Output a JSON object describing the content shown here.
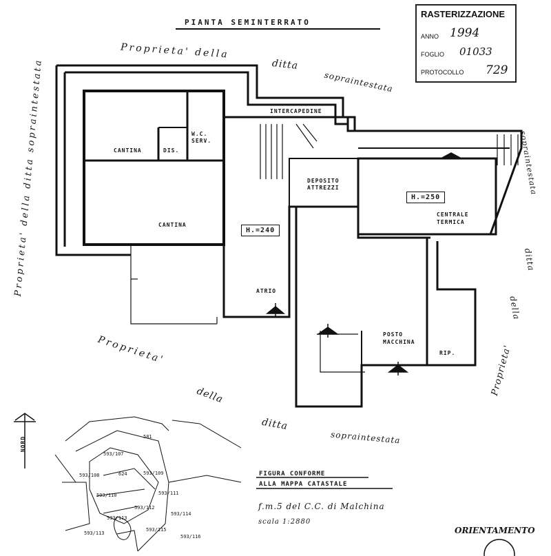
{
  "title": "PIANTA SEMINTERRATO",
  "stamp": {
    "heading": "RASTERIZZAZIONE",
    "anno_label": "ANNO",
    "anno_value": "1994",
    "foglio_label": "FOGLIO",
    "foglio_value": "01033",
    "protocollo_label": "PROTOCOLLO",
    "protocollo_value": "729"
  },
  "boundary_labels": {
    "top": "Proprieta' della",
    "top_ditta": "ditta",
    "top_sopra": "sopraintestata",
    "left_vertical_1": "Proprieta' della ditta sopraintestata",
    "right_vertical_1": "sopraintestata",
    "right_vertical_2": "ditta",
    "right_vertical_3": "della",
    "right_vertical_4": "Proprieta'",
    "bottom_1": "Proprieta'",
    "bottom_2": "della",
    "bottom_3": "ditta",
    "bottom_4": "sopraintestata"
  },
  "rooms": {
    "intercapedine": "INTERCAPEDINE",
    "cantina_1": "CANTINA",
    "dis": "DIS.",
    "wc": "W.C. SERV.",
    "deposito": "DEPOSITO ATTREZZI",
    "cantina_2": "CANTINA",
    "h240": "H.=240",
    "h250": "H.=250",
    "centrale": "CENTRALE TERMICA",
    "atrio": "ATRIO",
    "posto": "POSTO MACCHINA",
    "rip": "RIP."
  },
  "map": {
    "caption_1": "FIGURA CONFORME",
    "caption_2": "ALLA MAPPA CATASTALE",
    "ref": "f.m.5 del C.C. di Malchina",
    "scale": "scala 1:2880",
    "north": "NORD",
    "parcels": [
      "581",
      "593/107",
      "593/108",
      "624",
      "593/109",
      "593/110",
      "593/111",
      "593/112",
      "593/113",
      "593/114",
      "593/115",
      "593/116",
      "593/113"
    ]
  },
  "orientation": "ORIENTAMENTO"
}
